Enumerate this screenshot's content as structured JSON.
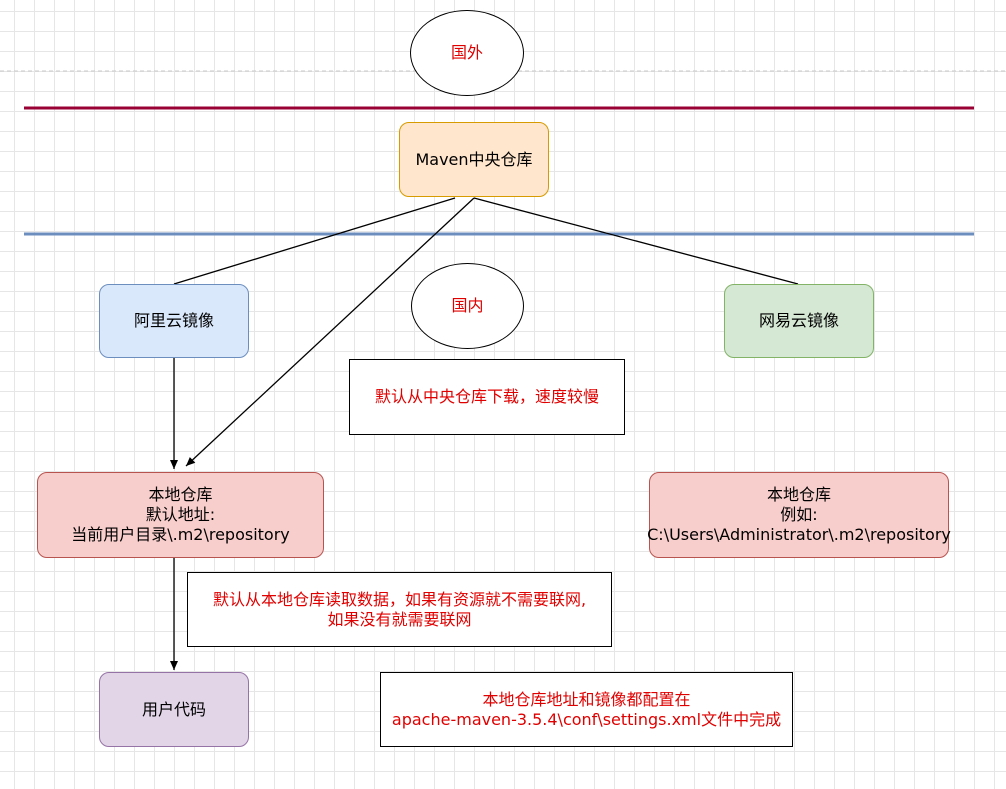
{
  "zones": {
    "foreign": "国外",
    "domestic": "国内"
  },
  "nodes": {
    "central": "Maven中央仓库",
    "aliyun": "阿里云镜像",
    "netease": "网易云镜像",
    "local_left": [
      "本地仓库",
      "默认地址:",
      "当前用户目录\\.m2\\repository"
    ],
    "local_right": [
      "本地仓库",
      "例如:",
      "C:\\Users\\Administrator\\.m2\\repository"
    ],
    "user_code": "用户代码"
  },
  "notes": {
    "central_download": "默认从中央仓库下载，速度较慢",
    "local_read": [
      "默认从本地仓库读取数据，如果有资源就不需要联网,",
      "如果没有就需要联网"
    ],
    "config": [
      "本地仓库地址和镜像都配置在",
      "apache-maven-3.5.4\\conf\\settings.xml文件中完成"
    ]
  },
  "colors": {
    "foreign_line": "#990033",
    "domestic_line": "#6c8ebf",
    "note_text": "#e00000"
  }
}
